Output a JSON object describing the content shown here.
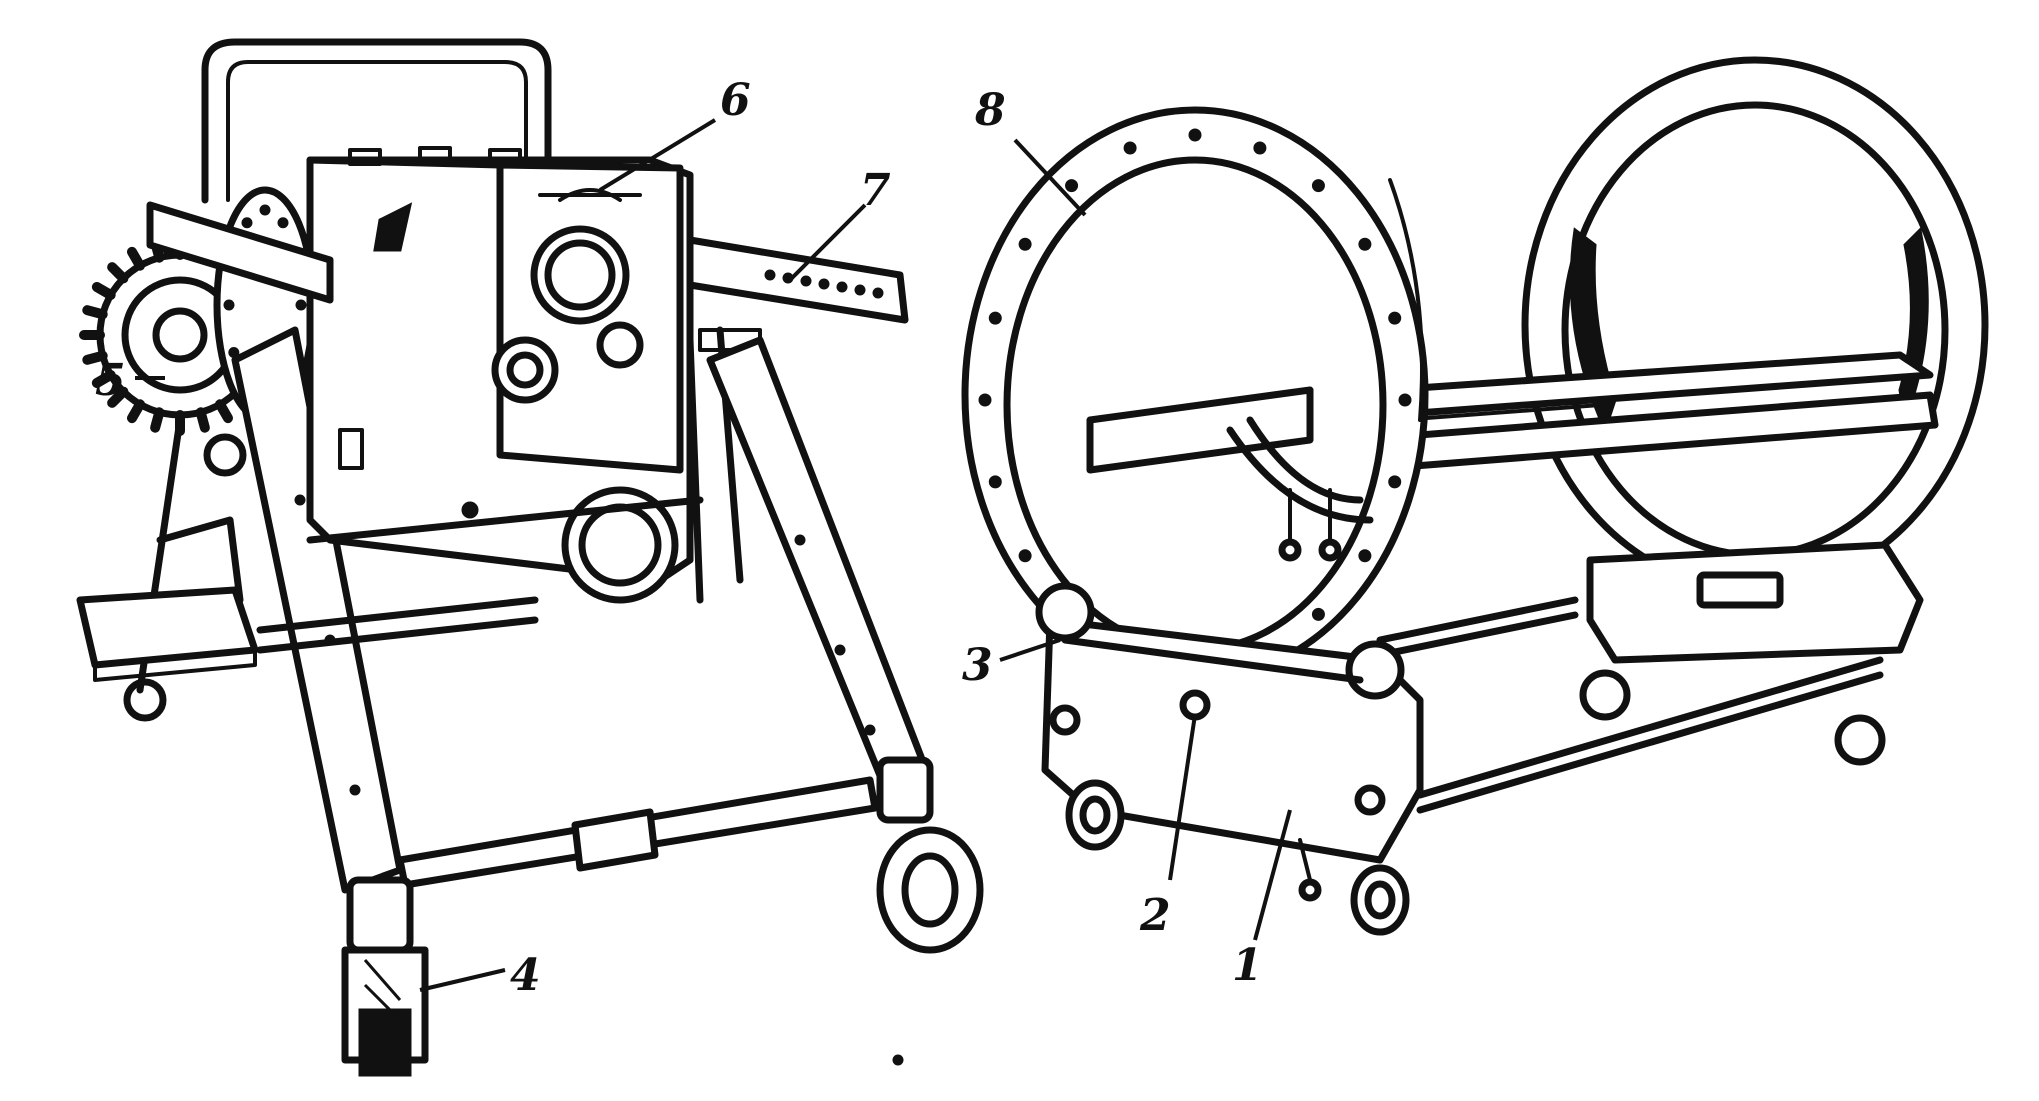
{
  "callouts": {
    "n1": "1",
    "n2": "2",
    "n3": "3",
    "n4": "4",
    "n5": "5",
    "n6": "6",
    "n7": "7",
    "n8": "8"
  },
  "colors": {
    "ink": "#111111",
    "paper": "#ffffff"
  }
}
